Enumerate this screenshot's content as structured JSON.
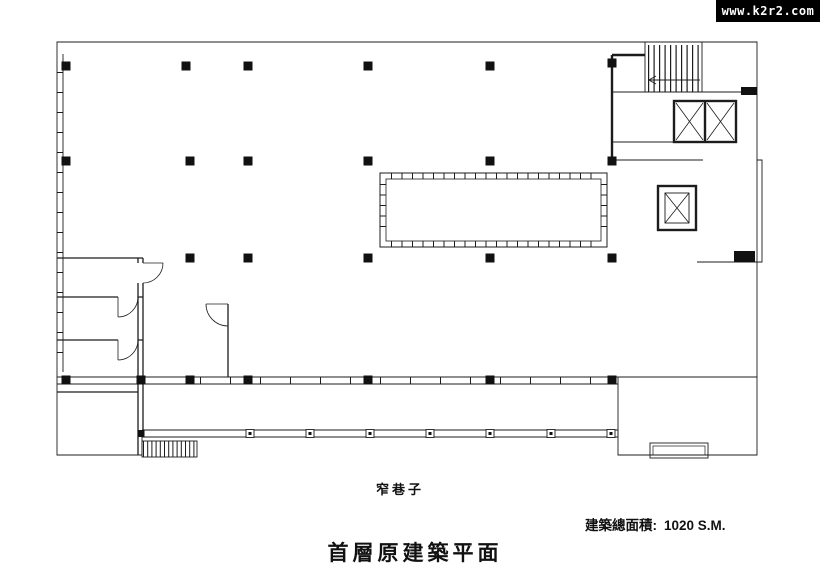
{
  "watermark": {
    "text": "www.k2r2.com"
  },
  "labels": {
    "street": "窄巷子",
    "area_label": "建築總面積:",
    "area_value": "1020 S.M.",
    "title": "首層原建築平面"
  },
  "colors": {
    "line": "#1c1c1c",
    "background": "#ffffff",
    "watermark_bg": "#000000",
    "watermark_fg": "#ffffff"
  }
}
